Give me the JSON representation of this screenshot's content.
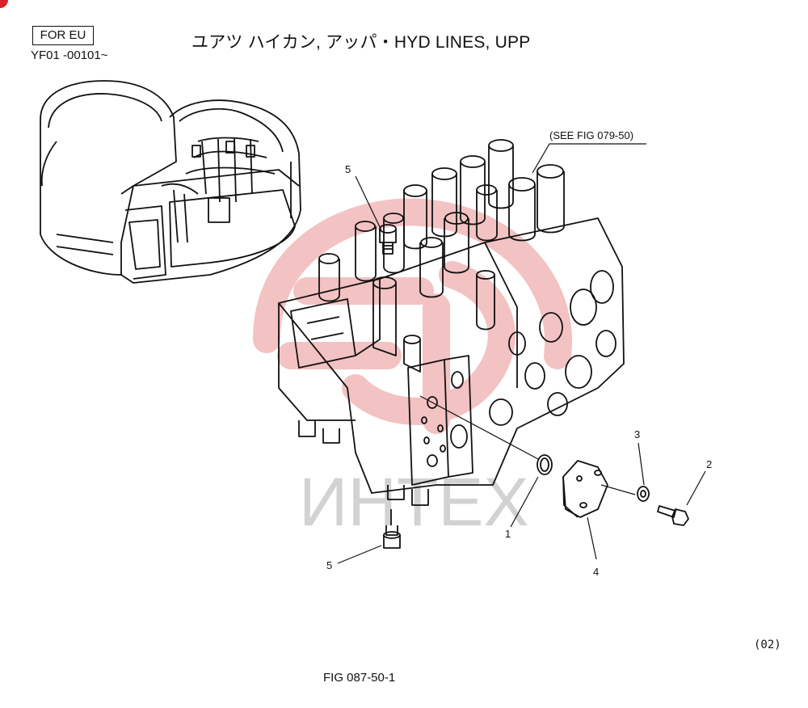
{
  "header": {
    "edition_box": "FOR EU",
    "serial_range": "YF01 -00101~",
    "title": "ユアツ ハイカン, アッパ・HYD LINES, UPP"
  },
  "diagram": {
    "reference_note": "(SEE FIG 079-50)",
    "callouts": [
      "5",
      "3",
      "2",
      "1",
      "4",
      "5"
    ],
    "watermark_text": "ИНТЕХ"
  },
  "footer": {
    "page_code": "(02)",
    "figure_number": "FIG 087-50-1"
  },
  "colors": {
    "ink": "#111111",
    "watermark": "#f2b8b8",
    "watermark_text": "#c8c8c8",
    "corner_mark": "#d8232a"
  }
}
